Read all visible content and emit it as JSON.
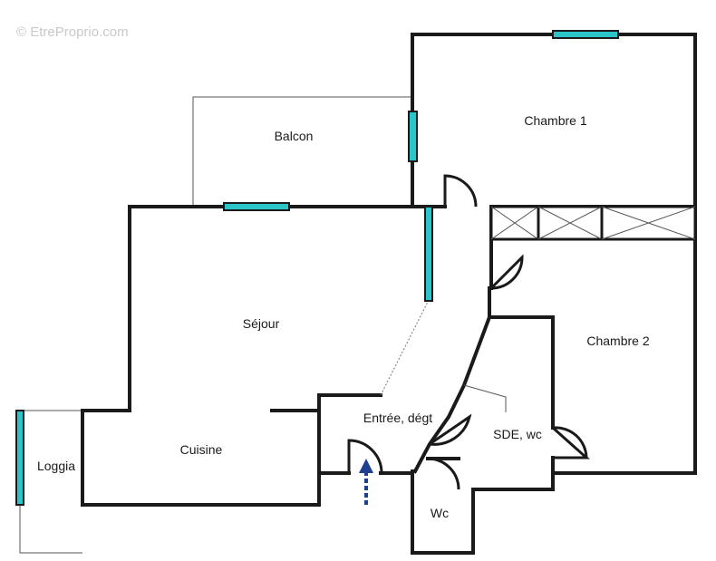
{
  "watermark": "© EtreProprio.com",
  "rooms": {
    "chambre1": "Chambre 1",
    "balcon": "Balcon",
    "sejour": "Séjour",
    "chambre2": "Chambre 2",
    "entree": "Entrée, dégt",
    "sde": "SDE, wc",
    "cuisine": "Cuisine",
    "loggia": "Loggia",
    "wc": "Wc"
  },
  "colors": {
    "wall": "#1a1a1a",
    "window": "#2bc4c9",
    "entrance_arrow": "#1f3f8f"
  },
  "icons": {
    "entrance": "entrance-arrow-icon"
  }
}
